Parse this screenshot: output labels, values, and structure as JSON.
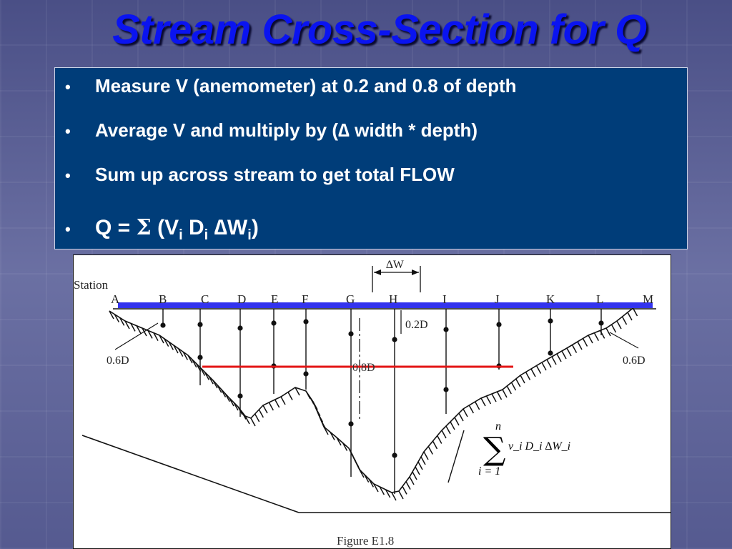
{
  "slide": {
    "title": "Stream Cross-Section for Q",
    "bullets": [
      "Measure V (anemometer) at 0.2 and 0.8 of depth",
      "Average V and multiply by (∆ width * depth)",
      "Sum up across stream to get total FLOW"
    ],
    "formula": {
      "lhs": "Q =",
      "sigma": "Σ",
      "open": "(V",
      "sub_v": "i",
      "d": " D",
      "sub_d": "i",
      "dw": " ∆W",
      "sub_w": "i",
      "close": ")"
    }
  },
  "figure": {
    "station_label": "Station",
    "stations": [
      "A",
      "B",
      "C",
      "D",
      "E",
      "F",
      "G",
      "H",
      "I",
      "J",
      "K",
      "L",
      "M"
    ],
    "delta_w_label": "∆W",
    "depth_02_label": "0.2D",
    "depth_08_label": "0.8D",
    "left_06_label": "0.6D",
    "right_06_label": "0.6D",
    "sum_symbol": "∑",
    "sum_upper": "n",
    "sum_lower": "i = 1",
    "sum_term": "v_i D_i ∆W_i",
    "caption": "Figure E1.8",
    "colors": {
      "water_surface": "#3333ee",
      "depth_line": "#e31414"
    }
  }
}
